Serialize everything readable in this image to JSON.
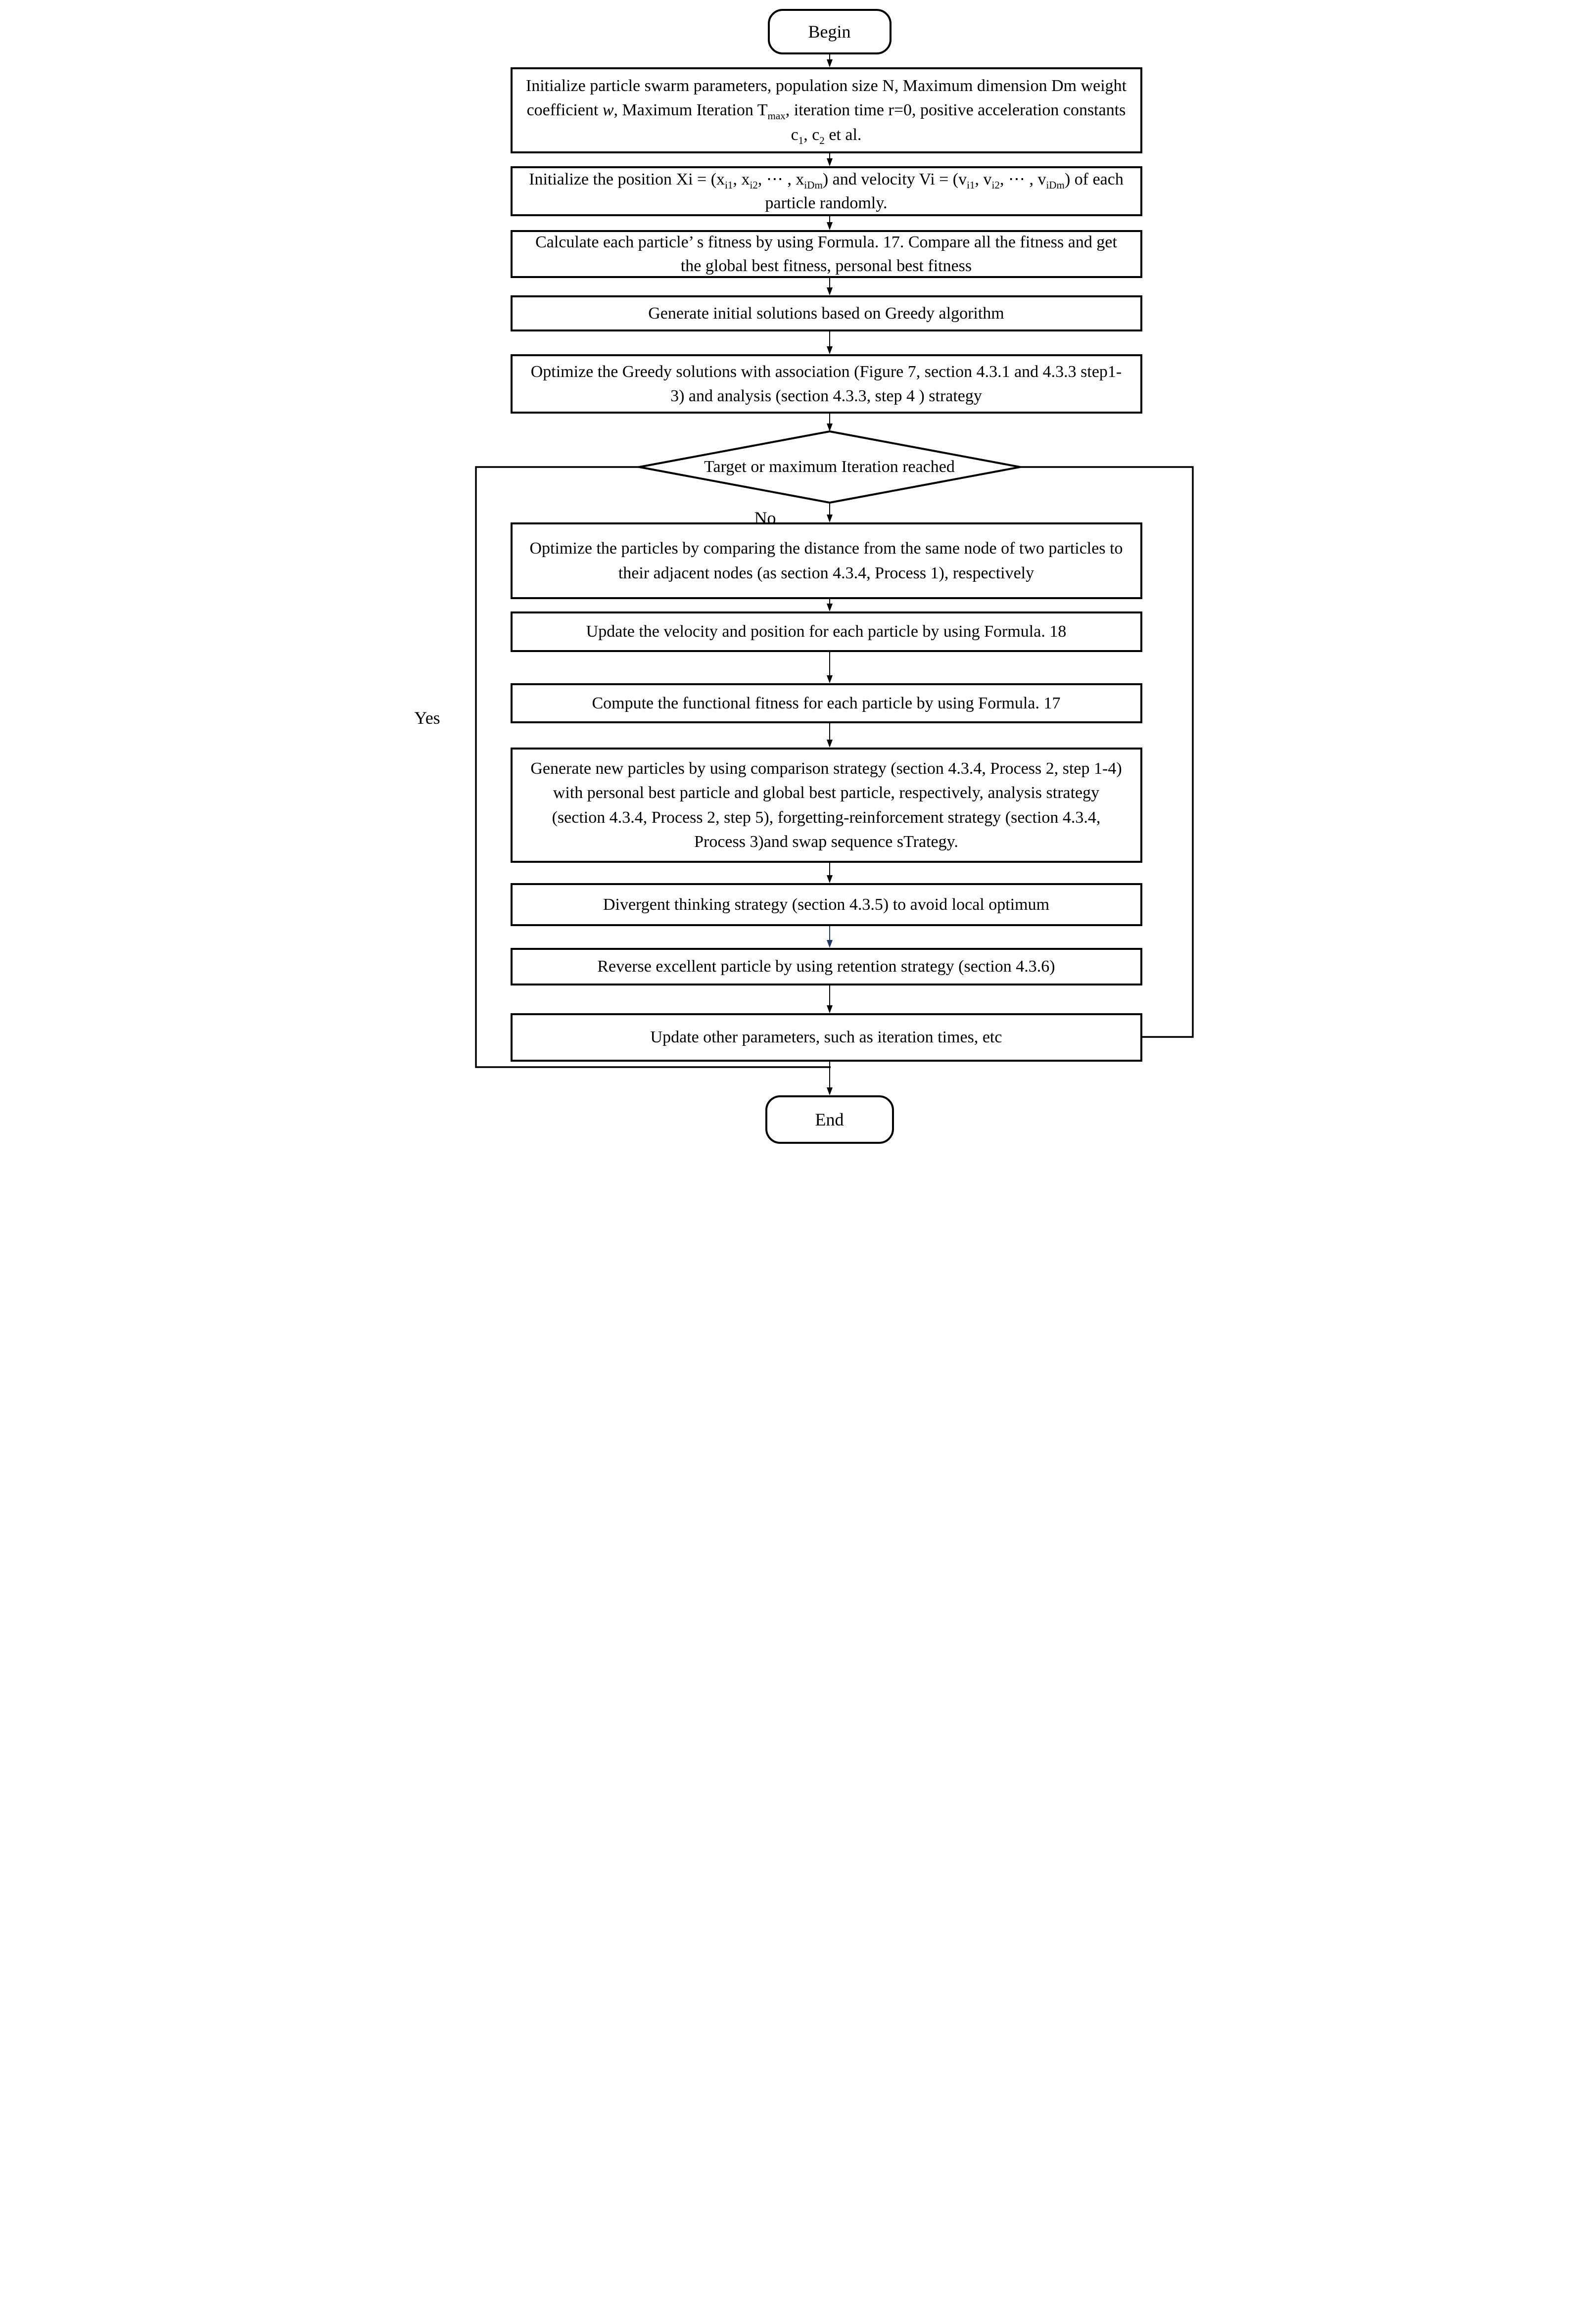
{
  "diagram": {
    "type": "flowchart",
    "colors": {
      "line": "#000000",
      "accent_arrow": "#1f3864",
      "node_fill": "#ffffff",
      "text": "#000000"
    },
    "edge_labels": {
      "yes": "Yes",
      "no": "No"
    },
    "nodes": {
      "begin": {
        "label": "Begin"
      },
      "init_params": {
        "segments": [
          {
            "t": "Initialize particle swarm parameters, population size N, Maximum dimension Dm weight coefficient "
          },
          {
            "t": "w",
            "i": true
          },
          {
            "t": ", Maximum Iteration T"
          },
          {
            "t": "max",
            "s": true
          },
          {
            "t": ", iteration time r=0, positive acceleration constants c"
          },
          {
            "t": "1",
            "s": true
          },
          {
            "t": ", c"
          },
          {
            "t": "2",
            "s": true
          },
          {
            "t": " et al."
          }
        ]
      },
      "init_position": {
        "segments": [
          {
            "t": "Initialize the position Xi = (x"
          },
          {
            "t": "i1",
            "s": true
          },
          {
            "t": ", x"
          },
          {
            "t": "i2",
            "s": true
          },
          {
            "t": ", ⋯ , x"
          },
          {
            "t": "iDm",
            "s": true
          },
          {
            "t": ") and velocity Vi = (v"
          },
          {
            "t": "i1",
            "s": true
          },
          {
            "t": ", v"
          },
          {
            "t": "i2",
            "s": true
          },
          {
            "t": ", ⋯ , v"
          },
          {
            "t": "iDm",
            "s": true
          },
          {
            "t": ")  of each particle randomly."
          }
        ]
      },
      "calc_fitness": {
        "text": "Calculate each particle’ s  fitness by using Formula. 17. Compare all the fitness and get the global best fitness, personal best fitness"
      },
      "generate_initial": {
        "text": "Generate initial solutions based on Greedy algorithm"
      },
      "optimize_greedy": {
        "text": "Optimize the Greedy solutions with association (Figure 7, section 4.3.1 and 4.3.3 step1-3)  and  analysis (section 4.3.3, step 4 ) strategy"
      },
      "decision": {
        "text": "Target or maximum Iteration reached"
      },
      "optimize_particles": {
        "text": "Optimize the particles by comparing the distance from the same node of two particles to their adjacent nodes (as section 4.3.4, Process 1), respectively"
      },
      "update_velocity": {
        "text": "Update the velocity and position for each particle  by using Formula. 18"
      },
      "compute_fitness": {
        "text": "Compute the functional fitness for each particle  by using Formula. 17"
      },
      "generate_new": {
        "text": "Generate new particles by using comparison strategy (section 4.3.4, Process 2, step 1-4) with  personal best particle and global best particle, respectively, analysis strategy (section 4.3.4, Process 2, step 5), forgetting-reinforcement strategy  (section 4.3.4, Process 3)and swap sequence sTrategy."
      },
      "divergent": {
        "text": "Divergent thinking strategy (section 4.3.5) to avoid local optimum"
      },
      "reverse": {
        "text": "Reverse excellent particle by using retention strategy (section 4.3.6)"
      },
      "update_params": {
        "text": "Update other parameters, such as iteration times, etc"
      },
      "end": {
        "label": "End"
      }
    },
    "flow": [
      {
        "from": "begin",
        "to": "init_params"
      },
      {
        "from": "init_params",
        "to": "init_position"
      },
      {
        "from": "init_position",
        "to": "calc_fitness"
      },
      {
        "from": "calc_fitness",
        "to": "generate_initial"
      },
      {
        "from": "generate_initial",
        "to": "optimize_greedy"
      },
      {
        "from": "optimize_greedy",
        "to": "decision"
      },
      {
        "from": "decision",
        "to": "optimize_particles",
        "label": "No"
      },
      {
        "from": "optimize_particles",
        "to": "update_velocity"
      },
      {
        "from": "update_velocity",
        "to": "compute_fitness"
      },
      {
        "from": "compute_fitness",
        "to": "generate_new"
      },
      {
        "from": "generate_new",
        "to": "divergent"
      },
      {
        "from": "divergent",
        "to": "reverse"
      },
      {
        "from": "reverse",
        "to": "update_params"
      },
      {
        "from": "update_params",
        "to": "decision"
      },
      {
        "from": "decision",
        "to": "end",
        "label": "Yes"
      }
    ]
  }
}
